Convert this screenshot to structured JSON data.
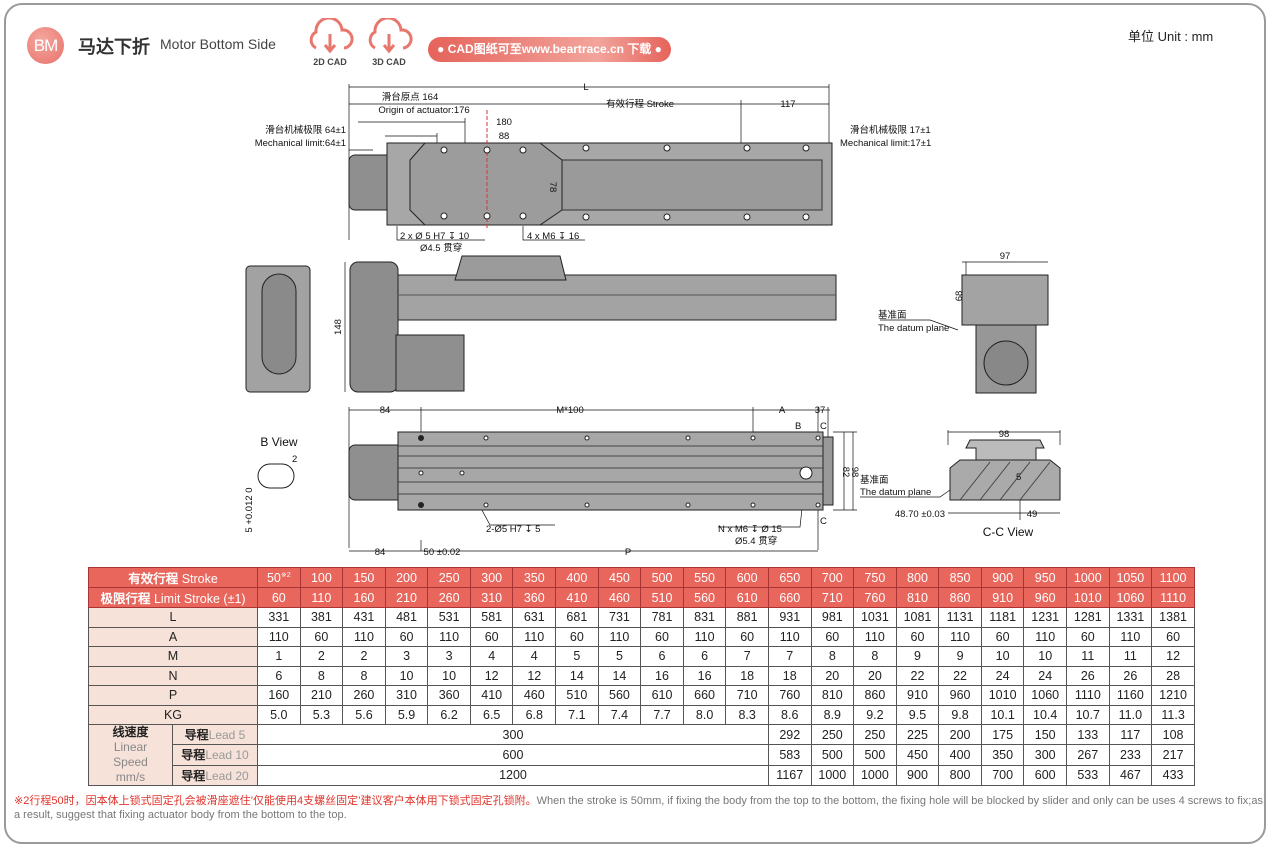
{
  "header": {
    "logo": "BM",
    "title_cn": "马达下折",
    "title_en": "Motor Bottom Side",
    "cad2d": "2D CAD",
    "cad3d": "3D CAD",
    "download": "● CAD图纸可至www.beartrace.cn 下载 ●",
    "unit": "单位  Unit : mm"
  },
  "colors": {
    "accent": "#e8665c",
    "label_bg": "#f6e2d9",
    "body": "#a3a3a3"
  },
  "drawing": {
    "top": {
      "L": "L",
      "origin_cn": "滑台原点  164",
      "origin_en": "Origin of actuator:176",
      "stroke": "有效行程 Stroke",
      "d117": "117",
      "d180": "180",
      "d88": "88",
      "d78": "78",
      "mech_left_cn": "滑台机械极限 64±1",
      "mech_left_en": "Mechanical limit:64±1",
      "mech_right_cn": "滑台机械极限 17±1",
      "mech_right_en": "Mechanical limit:17±1",
      "hole1": "2 x Ø 5 H7 ↧ 10",
      "hole1b": "Ø4.5 贯穿",
      "hole2": "4 x M6 ↧ 16"
    },
    "side": {
      "d148": "148",
      "d97": "97",
      "d68": "68",
      "datum_cn": "基准面",
      "datum_en": "The datum plane"
    },
    "bottom": {
      "d84": "84",
      "m100": "M*100",
      "A": "A",
      "d37": "37",
      "B": "B",
      "C": "C",
      "d82": "82",
      "d98": "98",
      "datum_cn": "基准面",
      "datum_en": "The datum plane",
      "hole3": "2-Ø5 H7 ↧ 5",
      "hole4": "N x M6 ↧ Ø 15",
      "hole4b": "Ø5.4 贯穿",
      "d84b": "84",
      "d50": "50 ±0.02",
      "P": "P"
    },
    "bview": {
      "title": "B View",
      "d2": "2",
      "tol": "5 +0.012 0"
    },
    "ccview": {
      "title": "C-C View",
      "d98": "98",
      "d4870": "48.70 ±0.03",
      "d49": "49",
      "d5": "5"
    }
  },
  "table": {
    "stroke_label_cn": "有效行程",
    "stroke_label_en": "Stroke",
    "limit_label_cn": "极限行程",
    "limit_label_en": "Limit Stroke (±1)",
    "stroke": [
      "50",
      "100",
      "150",
      "200",
      "250",
      "300",
      "350",
      "400",
      "450",
      "500",
      "550",
      "600",
      "650",
      "700",
      "750",
      "800",
      "850",
      "900",
      "950",
      "1000",
      "1050",
      "1100"
    ],
    "stroke_note": "※2",
    "limit": [
      "60",
      "110",
      "160",
      "210",
      "260",
      "310",
      "360",
      "410",
      "460",
      "510",
      "560",
      "610",
      "660",
      "710",
      "760",
      "810",
      "860",
      "910",
      "960",
      "1010",
      "1060",
      "1110"
    ],
    "rows": [
      {
        "label": "L",
        "values": [
          "331",
          "381",
          "431",
          "481",
          "531",
          "581",
          "631",
          "681",
          "731",
          "781",
          "831",
          "881",
          "931",
          "981",
          "1031",
          "1081",
          "1131",
          "1181",
          "1231",
          "1281",
          "1331",
          "1381"
        ]
      },
      {
        "label": "A",
        "values": [
          "110",
          "60",
          "110",
          "60",
          "110",
          "60",
          "110",
          "60",
          "110",
          "60",
          "110",
          "60",
          "110",
          "60",
          "110",
          "60",
          "110",
          "60",
          "110",
          "60",
          "110",
          "60"
        ]
      },
      {
        "label": "M",
        "values": [
          "1",
          "2",
          "2",
          "3",
          "3",
          "4",
          "4",
          "5",
          "5",
          "6",
          "6",
          "7",
          "7",
          "8",
          "8",
          "9",
          "9",
          "10",
          "10",
          "11",
          "11",
          "12"
        ]
      },
      {
        "label": "N",
        "values": [
          "6",
          "8",
          "8",
          "10",
          "10",
          "12",
          "12",
          "14",
          "14",
          "16",
          "16",
          "18",
          "18",
          "20",
          "20",
          "22",
          "22",
          "24",
          "24",
          "26",
          "26",
          "28"
        ]
      },
      {
        "label": "P",
        "values": [
          "160",
          "210",
          "260",
          "310",
          "360",
          "410",
          "460",
          "510",
          "560",
          "610",
          "660",
          "710",
          "760",
          "810",
          "860",
          "910",
          "960",
          "1010",
          "1060",
          "1110",
          "1160",
          "1210"
        ]
      },
      {
        "label": "KG",
        "values": [
          "5.0",
          "5.3",
          "5.6",
          "5.9",
          "6.2",
          "6.5",
          "6.8",
          "7.1",
          "7.4",
          "7.7",
          "8.0",
          "8.3",
          "8.6",
          "8.9",
          "9.2",
          "9.5",
          "9.8",
          "10.1",
          "10.4",
          "10.7",
          "11.0",
          "11.3"
        ]
      }
    ],
    "speed_label": {
      "cn": "线速度",
      "en1": "Linear",
      "en2": "Speed",
      "unit": "mm/s"
    },
    "speed": [
      {
        "lead_cn": "导程",
        "lead_en": "Lead 5",
        "span_value": "300",
        "values": [
          "292",
          "250",
          "250",
          "225",
          "200",
          "175",
          "150",
          "133",
          "117",
          "108"
        ]
      },
      {
        "lead_cn": "导程",
        "lead_en": "Lead 10",
        "span_value": "600",
        "values": [
          "583",
          "500",
          "500",
          "450",
          "400",
          "350",
          "300",
          "267",
          "233",
          "217"
        ]
      },
      {
        "lead_cn": "导程",
        "lead_en": "Lead 20",
        "span_value": "1200",
        "values": [
          "1167",
          "1000",
          "1000",
          "900",
          "800",
          "700",
          "600",
          "533",
          "467",
          "433"
        ]
      }
    ]
  },
  "footnote": {
    "cn": "※2行程50时，因本体上锁式固定孔会被滑座遮住’仅能使用4支螺丝固定’建议客户本体用下锁式固定孔锁附。",
    "en": "When the stroke is 50mm, if fixing the body from the top to the bottom, the fixing hole will be blocked by slider and only can be uses 4 screws to fix;as a result, suggest that fixing actuator body from the bottom to the top."
  }
}
